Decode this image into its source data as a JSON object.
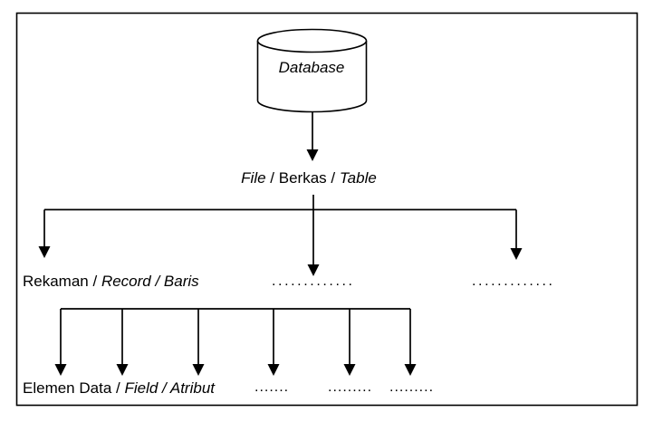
{
  "diagram": {
    "database": {
      "label": "Database"
    },
    "level1": {
      "part1": "File",
      "sep1": " / ",
      "part2": "Berkas",
      "sep2": " / ",
      "part3": "Table"
    },
    "level2": {
      "part1": "Rekaman",
      "sep1": " / ",
      "part2": "Record",
      "sep2": " / ",
      "part3": "Baris",
      "dots_middle": ".............",
      "dots_right": "............."
    },
    "level3": {
      "part1": "Elemen Data",
      "sep1": " / ",
      "part2": "Field",
      "sep2": " / ",
      "part3": "Atribut",
      "dots_1": ".......",
      "dots_2": ".........",
      "dots_3": "........."
    },
    "colors": {
      "line": "#000000",
      "background": "#ffffff"
    }
  }
}
